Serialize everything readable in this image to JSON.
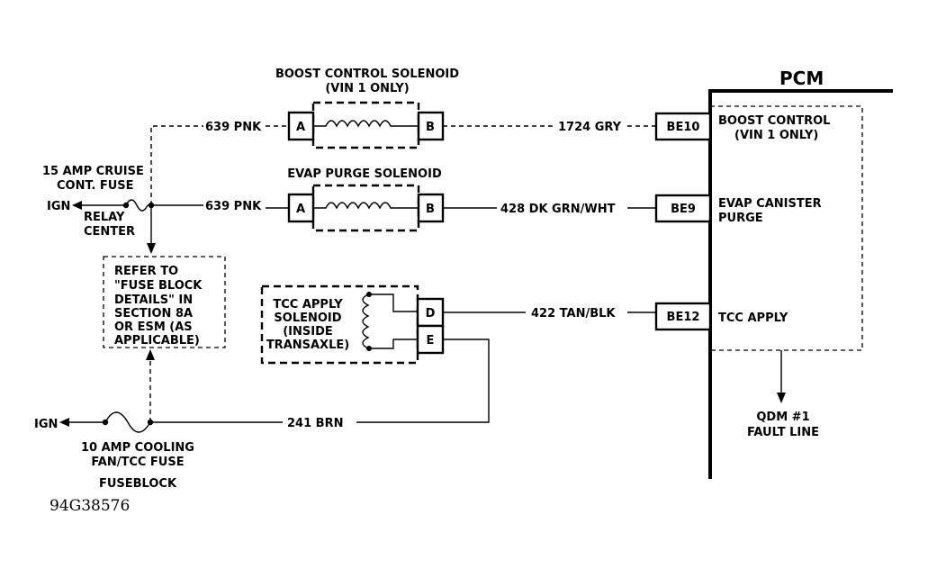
{
  "pcm": {
    "title": "PCM",
    "terminals": [
      {
        "pin": "BE10",
        "function_line1": "BOOST CONTROL",
        "function_line2": "(VIN 1 ONLY)"
      },
      {
        "pin": "BE9",
        "function_line1": "EVAP CANISTER",
        "function_line2": "PURGE"
      },
      {
        "pin": "BE12",
        "function_line1": "TCC APPLY",
        "function_line2": ""
      }
    ],
    "fault_line1": "QDM #1",
    "fault_line2": "FAULT LINE"
  },
  "boost_solenoid": {
    "title_line1": "BOOST CONTROL SOLENOID",
    "title_line2": "(VIN 1 ONLY)",
    "pin_a": "A",
    "pin_b": "B",
    "in_wire": "639 PNK",
    "out_wire": "1724 GRY"
  },
  "evap_solenoid": {
    "title": "EVAP PURGE SOLENOID",
    "pin_a": "A",
    "pin_b": "B",
    "in_wire": "639 PNK",
    "out_wire": "428 DK GRN/WHT"
  },
  "tcc_solenoid": {
    "label_lines": [
      "TCC APPLY",
      "SOLENOID",
      "(INSIDE",
      "TRANSAXLE)"
    ],
    "pin_d": "D",
    "pin_e": "E",
    "out_wire": "422 TAN/BLK",
    "return_wire": "241 BRN"
  },
  "cruise_fuse": {
    "label_line1": "15 AMP CRUISE",
    "label_line2": "CONT. FUSE",
    "source": "IGN",
    "location_line1": "RELAY",
    "location_line2": "CENTER"
  },
  "reference_note": {
    "lines": [
      "REFER TO",
      "\"FUSE BLOCK",
      "DETAILS\" IN",
      "SECTION 8A",
      "OR ESM (AS",
      "APPLICABLE)"
    ]
  },
  "cooling_fuse": {
    "source": "IGN",
    "label_line1": "10 AMP COOLING",
    "label_line2": "FAN/TCC FUSE",
    "location": "FUSEBLOCK"
  },
  "figure_id": "94G38576"
}
